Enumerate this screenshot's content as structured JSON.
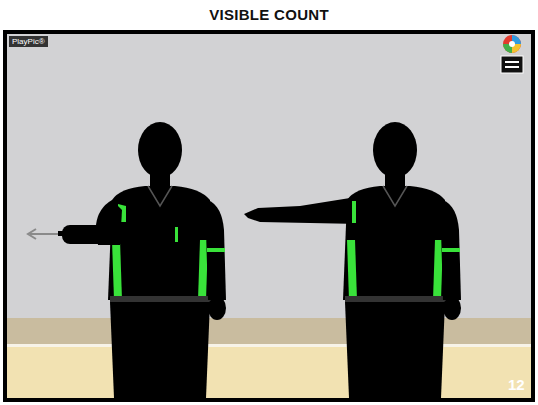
{
  "diagram": {
    "title": "VISIBLE COUNT",
    "labels": [
      "PlayPic®",
      "12"
    ]
  }
}
